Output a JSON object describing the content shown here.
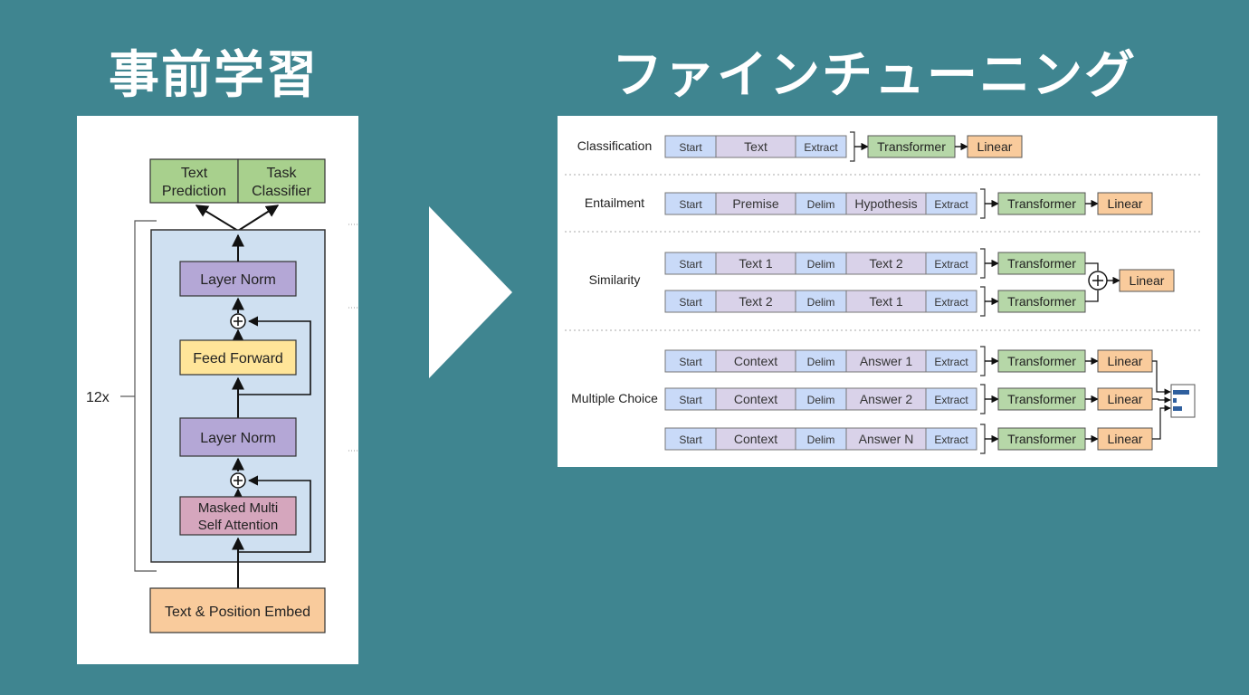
{
  "headings": {
    "pretraining": "事前学習",
    "finetuning": "ファインチューニング"
  },
  "left_diagram": {
    "output_text_prediction": [
      "Text",
      "Prediction"
    ],
    "output_task_classifier": [
      "Task",
      "Classifier"
    ],
    "layer_norm_top": "Layer Norm",
    "feed_forward": "Feed Forward",
    "layer_norm_bottom": "Layer Norm",
    "masked_attention": [
      "Masked Multi",
      "Self Attention"
    ],
    "embed": "Text & Position Embed",
    "repeat_label": "12x",
    "colors": {
      "output": "#a8d08d",
      "block_bg": "#cfe0f1",
      "norm": "#b4a7d6",
      "feed_forward": "#ffe599",
      "attention": "#d5a6bd",
      "embed": "#f9cb9c"
    }
  },
  "right_diagram": {
    "tasks": [
      {
        "name": "Classification",
        "rows": [
          {
            "tokens": [
              "Start",
              "Text",
              "Extract"
            ]
          }
        ],
        "transformer": "Transformer",
        "linear": "Linear"
      },
      {
        "name": "Entailment",
        "rows": [
          {
            "tokens": [
              "Start",
              "Premise",
              "Delim",
              "Hypothesis",
              "Extract"
            ]
          }
        ],
        "transformer": "Transformer",
        "linear": "Linear"
      },
      {
        "name": "Similarity",
        "rows": [
          {
            "tokens": [
              "Start",
              "Text 1",
              "Delim",
              "Text 2",
              "Extract"
            ]
          },
          {
            "tokens": [
              "Start",
              "Text 2",
              "Delim",
              "Text 1",
              "Extract"
            ]
          }
        ],
        "transformer": "Transformer",
        "linear": "Linear"
      },
      {
        "name": "Multiple Choice",
        "rows": [
          {
            "tokens": [
              "Start",
              "Context",
              "Delim",
              "Answer 1",
              "Extract"
            ]
          },
          {
            "tokens": [
              "Start",
              "Context",
              "Delim",
              "Answer 2",
              "Extract"
            ]
          },
          {
            "tokens": [
              "Start",
              "Context",
              "Delim",
              "Answer N",
              "Extract"
            ]
          }
        ],
        "transformer": "Transformer",
        "linear": "Linear"
      }
    ],
    "colors": {
      "special_token": "#c9daf8",
      "text_token": "#d9d2e9",
      "transformer": "#b6d7a8",
      "linear": "#f9cb9c"
    }
  },
  "arrow": {
    "color": "#ffffff",
    "icon": "play-triangle"
  }
}
